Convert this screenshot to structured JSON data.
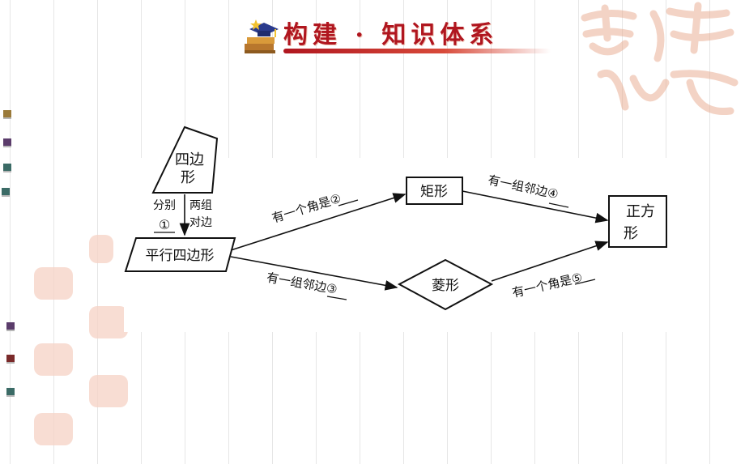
{
  "title": "构建 · 知识体系",
  "diagram": {
    "nodes": {
      "quadrilateral": "四边形",
      "parallelogram": "平行四边形",
      "rectangle": "矩形",
      "rhombus": "菱形",
      "square": "正方形"
    },
    "edges": {
      "quad_to_para_left_1": "分别",
      "quad_to_para_left_2": "①",
      "quad_to_para_right_1": "两组",
      "quad_to_para_right_2": "对边",
      "para_to_rect": "有一个角是②",
      "para_to_rhombus": "有一组邻边③",
      "rect_to_square": "有一组邻边④",
      "rhombus_to_square": "有一个角是⑤"
    }
  },
  "colors": {
    "title": "#b0161f",
    "bullets": [
      "#9a7a3a",
      "#5b3c6b",
      "#3b6b66",
      "#3b6b66",
      "#5b3c6b",
      "#7a2a2a",
      "#3b6b66"
    ]
  }
}
